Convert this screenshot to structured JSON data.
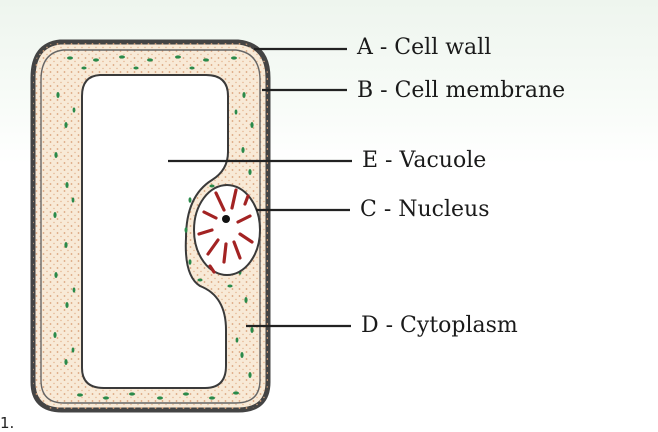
{
  "labels": {
    "a": "A - Cell wall",
    "b": "B - Cell membrane",
    "e": "E - Vacuole",
    "c": "C - Nucleus",
    "d": "D - Cytoplasm"
  },
  "corner_mark": "1.",
  "colors": {
    "cell_wall": "#444444",
    "cytoplasm": "#f8ead7",
    "granules": "#2a8a4a",
    "nucleus_lines": "#a32323",
    "vacuole": "#ffffff"
  }
}
